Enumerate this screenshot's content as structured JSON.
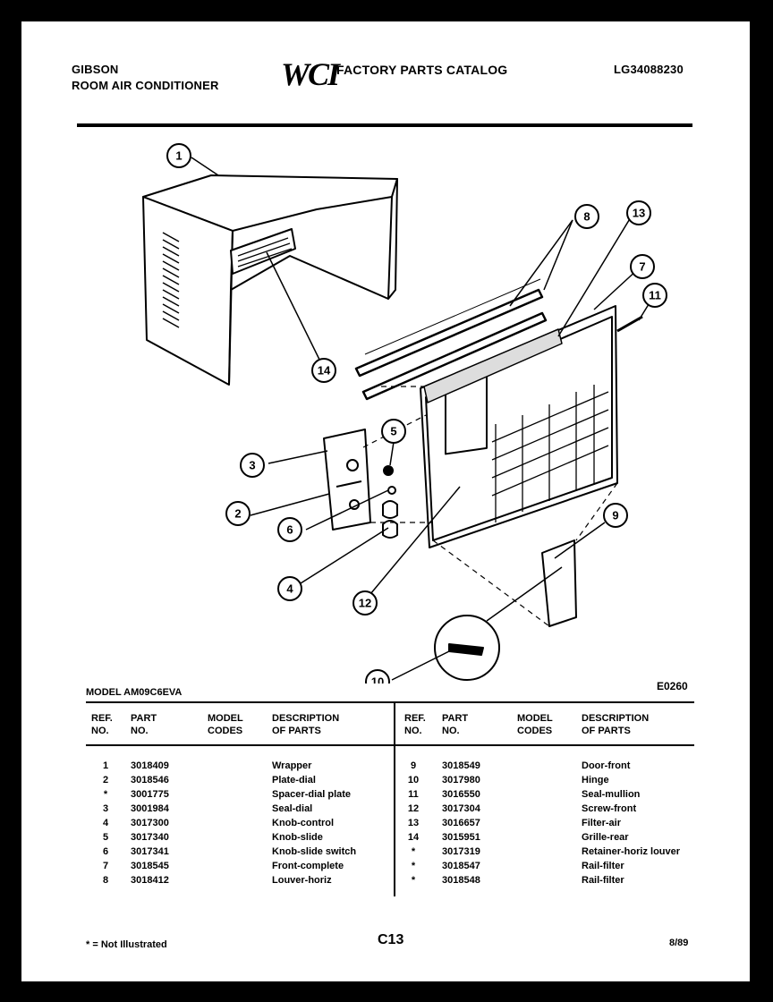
{
  "header": {
    "brand": "GIBSON",
    "product": "ROOM AIR CONDITIONER",
    "logo": "WCI",
    "catalog_title": "FACTORY PARTS CATALOG",
    "catalog_number": "LG34088230"
  },
  "diagram": {
    "drawing_number": "E0260",
    "callouts": [
      "1",
      "2",
      "3",
      "4",
      "5",
      "6",
      "7",
      "8",
      "9",
      "10",
      "11",
      "12",
      "13",
      "14"
    ]
  },
  "model_line": "MODEL AM09C6EVA",
  "table": {
    "headers": {
      "ref_no": "REF.\nNO.",
      "part_no": "PART\nNO.",
      "model_codes": "MODEL\nCODES",
      "description": "DESCRIPTION\nOF PARTS"
    },
    "left_rows": [
      {
        "ref": "1",
        "part": "3018409",
        "desc": "Wrapper"
      },
      {
        "ref": "2",
        "part": "3018546",
        "desc": "Plate-dial"
      },
      {
        "ref": "*",
        "part": "3001775",
        "desc": "Spacer-dial plate"
      },
      {
        "ref": "3",
        "part": "3001984",
        "desc": "Seal-dial"
      },
      {
        "ref": "4",
        "part": "3017300",
        "desc": "Knob-control"
      },
      {
        "ref": "5",
        "part": "3017340",
        "desc": "Knob-slide"
      },
      {
        "ref": "6",
        "part": "3017341",
        "desc": "Knob-slide switch"
      },
      {
        "ref": "7",
        "part": "3018545",
        "desc": "Front-complete"
      },
      {
        "ref": "8",
        "part": "3018412",
        "desc": "Louver-horiz"
      }
    ],
    "right_rows": [
      {
        "ref": "9",
        "part": "3018549",
        "desc": "Door-front"
      },
      {
        "ref": "10",
        "part": "3017980",
        "desc": "Hinge"
      },
      {
        "ref": "11",
        "part": "3016550",
        "desc": "Seal-mullion"
      },
      {
        "ref": "12",
        "part": "3017304",
        "desc": "Screw-front"
      },
      {
        "ref": "13",
        "part": "3016657",
        "desc": "Filter-air"
      },
      {
        "ref": "14",
        "part": "3015951",
        "desc": "Grille-rear"
      },
      {
        "ref": "*",
        "part": "3017319",
        "desc": "Retainer-horiz louver"
      },
      {
        "ref": "*",
        "part": "3018547",
        "desc": "Rail-filter"
      },
      {
        "ref": "*",
        "part": "3018548",
        "desc": "Rail-filter"
      }
    ]
  },
  "footer": {
    "footnote": "* = Not Illustrated",
    "page": "C13",
    "date": "8/89"
  }
}
